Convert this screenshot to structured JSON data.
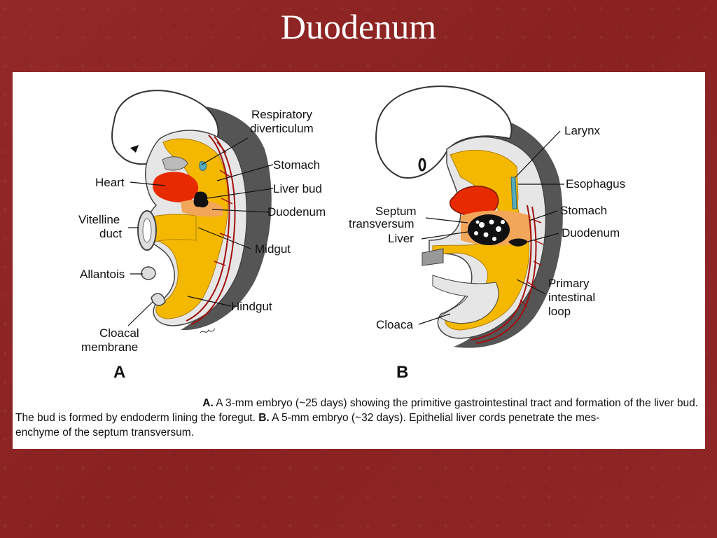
{
  "slide": {
    "title": "Duodenum"
  },
  "figure": {
    "panel_a": {
      "letter": "A",
      "labels": {
        "respiratory_1": "Respiratory",
        "respiratory_2": "diverticulum",
        "stomach": "Stomach",
        "heart": "Heart",
        "liver_bud": "Liver bud",
        "vitelline_1": "Vitelline",
        "vitelline_2": "duct",
        "duodenum": "Duodenum",
        "midgut": "Midgut",
        "allantois": "Allantois",
        "hindgut": "Hindgut",
        "cloacal_1": "Cloacal",
        "cloacal_2": "membrane"
      }
    },
    "panel_b": {
      "letter": "B",
      "labels": {
        "larynx": "Larynx",
        "esophagus": "Esophagus",
        "septum_1": "Septum",
        "septum_2": "transversum",
        "stomach": "Stomach",
        "liver": "Liver",
        "duodenum": "Duodenum",
        "primary_1": "Primary",
        "primary_2": "intestinal",
        "primary_3": "loop",
        "cloaca": "Cloaca"
      }
    },
    "caption": {
      "a_letter": "A.",
      "a_text": " A 3-mm embryo (~25 days) showing the primitive gastrointestinal tract and formation of the liver bud.",
      "line2_text": "The bud is formed by endoderm lining the foregut. ",
      "b_letter": "B.",
      "b_text": " A 5-mm embryo (~32 days). Epithelial liver cords penetrate the mes-",
      "line3_text": "enchyme of the septum transversum."
    }
  },
  "colors": {
    "background": "#8e2424",
    "endoderm": "#f5b800",
    "heart": "#e82a00",
    "mesenchyme": "#f2a65a",
    "vessel": "#a01010",
    "body_wall": "#555555"
  }
}
